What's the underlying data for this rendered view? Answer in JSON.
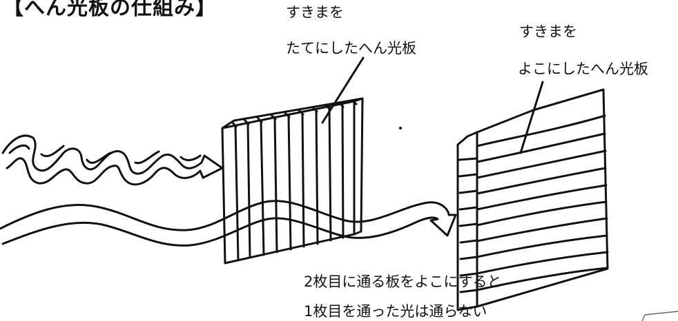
{
  "title": "【へん光板の仕組み】",
  "labels": {
    "vertical_polarizer_line1": "すきまを",
    "vertical_polarizer_line2": "たてにしたへん光板",
    "horizontal_polarizer_line1": "すきまを",
    "horizontal_polarizer_line2": "よこにしたへん光板"
  },
  "caption": {
    "line1": "2枚目に通る板をよこにすると",
    "line2": "1枚目を通った光は通らない"
  }
}
